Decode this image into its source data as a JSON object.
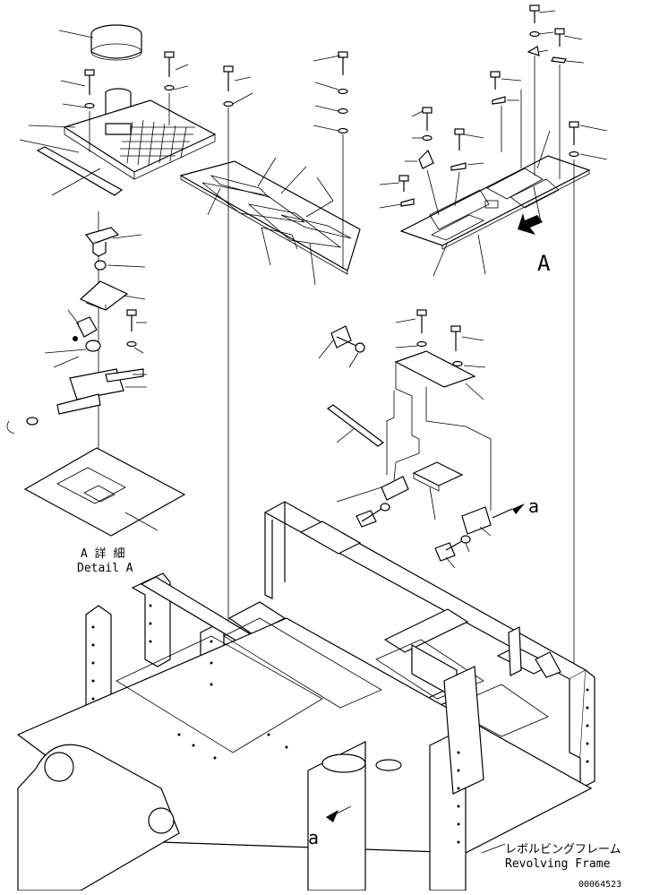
{
  "labels": {
    "detail_a_jp": "A 詳 細",
    "detail_a_en": "Detail A",
    "view_arrow_a": "A",
    "section_a_upper": "a",
    "section_a_lower": "a",
    "frame_jp": "レボルビングフレーム",
    "frame_en": "Revolving Frame",
    "drawing_number": "00064523"
  }
}
